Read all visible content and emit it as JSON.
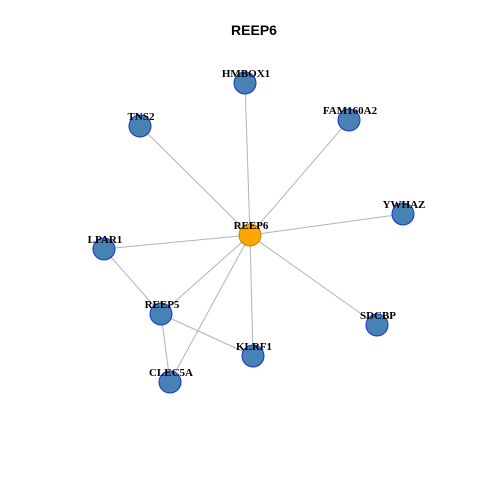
{
  "title": "REEP6",
  "colors": {
    "center_fill": "#FFA500",
    "center_stroke": "#B8860B",
    "node_fill": "#4682B4",
    "node_stroke": "#1E2FD0",
    "edge": "#B3B3B3"
  },
  "nodes": [
    {
      "id": "REEP6",
      "label": "REEP6",
      "center": true
    },
    {
      "id": "HMBOX1",
      "label": "HMBOX1"
    },
    {
      "id": "FAM160A2",
      "label": "FAM160A2"
    },
    {
      "id": "TNS2",
      "label": "TNS2"
    },
    {
      "id": "YWHAZ",
      "label": "YWHAZ"
    },
    {
      "id": "LPAR1",
      "label": "LPAR1"
    },
    {
      "id": "REEP5",
      "label": "REEP5"
    },
    {
      "id": "SDCBP",
      "label": "SDCBP"
    },
    {
      "id": "KLRF1",
      "label": "KLRF1"
    },
    {
      "id": "CLEC5A",
      "label": "CLEC5A"
    }
  ],
  "edges": [
    [
      "REEP6",
      "HMBOX1"
    ],
    [
      "REEP6",
      "FAM160A2"
    ],
    [
      "REEP6",
      "TNS2"
    ],
    [
      "REEP6",
      "YWHAZ"
    ],
    [
      "REEP6",
      "LPAR1"
    ],
    [
      "REEP6",
      "REEP5"
    ],
    [
      "REEP6",
      "SDCBP"
    ],
    [
      "REEP6",
      "KLRF1"
    ],
    [
      "REEP6",
      "CLEC5A"
    ],
    [
      "LPAR1",
      "REEP5"
    ],
    [
      "REEP5",
      "KLRF1"
    ],
    [
      "REEP5",
      "CLEC5A"
    ]
  ]
}
